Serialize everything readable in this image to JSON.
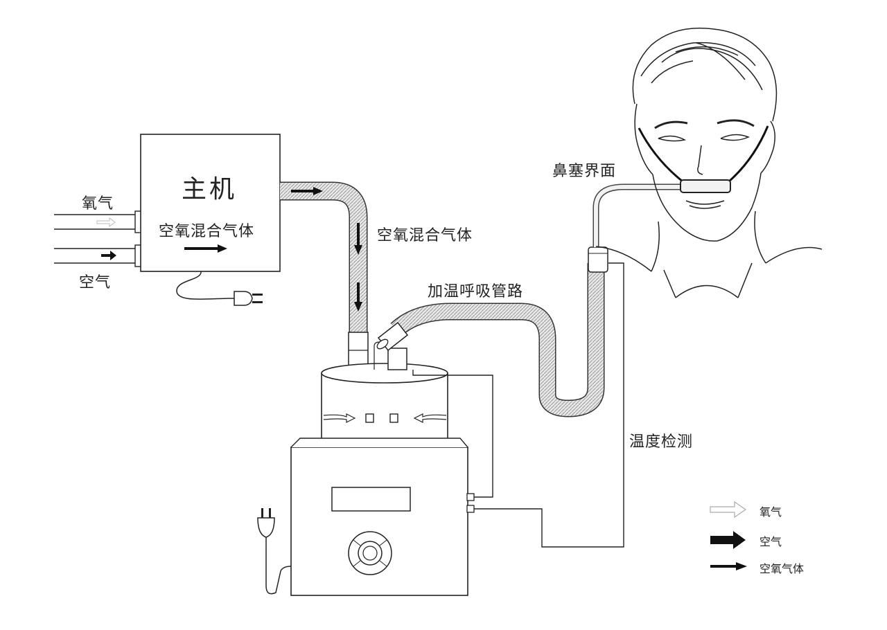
{
  "main_unit": {
    "title": "主机",
    "mix_label": "空氧混合气体"
  },
  "inputs": {
    "oxygen": "氧气",
    "air": "空气"
  },
  "labels": {
    "mixed_gas_tube": "空氧混合气体",
    "heated_circuit": "加温呼吸管路",
    "nasal_interface": "鼻塞界面",
    "temperature_sensing": "温度检测"
  },
  "legend": {
    "oxygen": "氧气",
    "air": "空气",
    "mixed": "空氧气体"
  },
  "colors": {
    "line": "#222222",
    "tube_fill": "#d9d9d9",
    "oxygen_arrow": "#cccccc"
  }
}
